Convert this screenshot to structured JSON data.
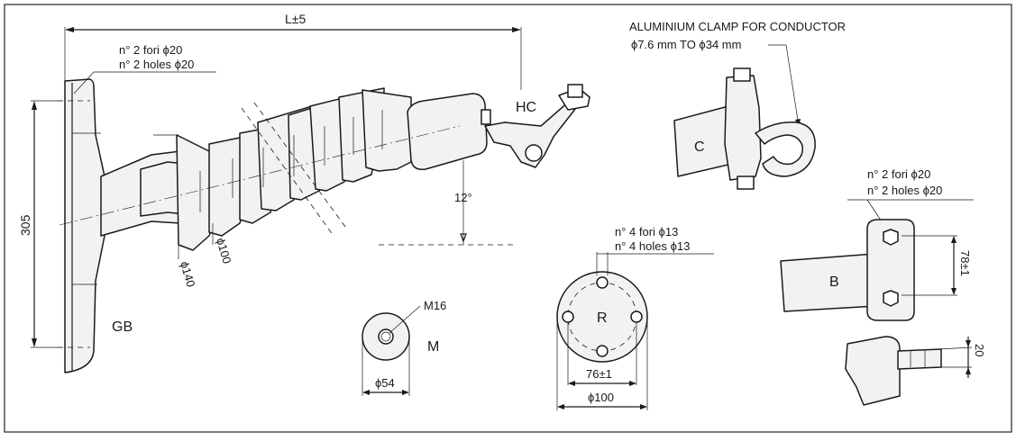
{
  "drawing": {
    "insulator": {
      "length_label": "L±5",
      "base_label": "GB",
      "hook_label": "HC",
      "height_label": "305",
      "angle_label": "12°",
      "shed_large_label": "ϕ140",
      "shed_small_label": "ϕ100",
      "base_holes_it": "n° 2 fori ϕ20",
      "base_holes_en": "n° 2 holes ϕ20"
    },
    "clamp": {
      "title": "ALUMINIUM CLAMP FOR CONDUCTOR",
      "range": "ϕ7.6 mm  TO  ϕ34 mm",
      "label": "C"
    },
    "stud": {
      "label": "M",
      "thread_label": "M16",
      "diameter_label": "ϕ54"
    },
    "round_flange": {
      "label": "R",
      "holes_it": "n° 4 fori ϕ13",
      "holes_en": "n° 4 holes ϕ13",
      "pcd_label": "76±1",
      "diameter_label": "ϕ100"
    },
    "bracket": {
      "label": "B",
      "holes_it": "n° 2 fori ϕ20",
      "holes_en": "n° 2 holes ϕ20",
      "spacing_label": "78±1",
      "pin_label": "20"
    }
  }
}
